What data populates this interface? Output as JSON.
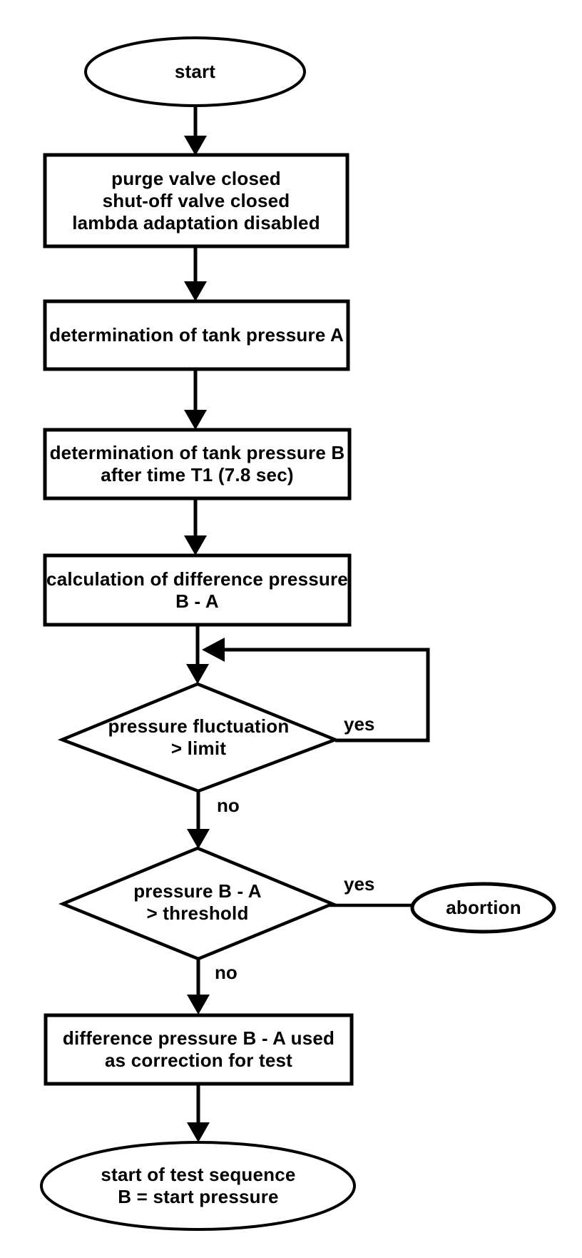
{
  "flowchart": {
    "colors": {
      "ink": "#000000",
      "background": "#ffffff"
    },
    "nodes": [
      {
        "id": "start",
        "type": "terminator",
        "lines": [
          "start"
        ]
      },
      {
        "id": "init",
        "type": "process",
        "lines": [
          "purge valve closed",
          "shut-off valve closed",
          "lambda adaptation disabled"
        ]
      },
      {
        "id": "tank_pressure_a",
        "type": "process",
        "lines": [
          "determination of tank pressure A"
        ]
      },
      {
        "id": "tank_pressure_b",
        "type": "process",
        "lines": [
          "determination of tank pressure B",
          "after time T1 (7.8 sec)"
        ]
      },
      {
        "id": "difference_calc",
        "type": "process",
        "lines": [
          "calculation of difference pressure",
          "B - A"
        ]
      },
      {
        "id": "fluctuation_check",
        "type": "decision",
        "lines": [
          "pressure fluctuation",
          "> limit"
        ]
      },
      {
        "id": "threshold_check",
        "type": "decision",
        "lines": [
          "pressure B - A",
          "> threshold"
        ]
      },
      {
        "id": "abortion",
        "type": "terminator",
        "lines": [
          "abortion"
        ]
      },
      {
        "id": "correction",
        "type": "process",
        "lines": [
          "difference pressure B - A used",
          "as correction for test"
        ]
      },
      {
        "id": "end",
        "type": "terminator",
        "lines": [
          "start of test sequence",
          "B = start pressure"
        ]
      }
    ],
    "labels": {
      "fluctuation_yes": "yes",
      "fluctuation_no": "no",
      "threshold_yes": "yes",
      "threshold_no": "no"
    },
    "edges": [
      {
        "from": "start",
        "to": "init"
      },
      {
        "from": "init",
        "to": "tank_pressure_a"
      },
      {
        "from": "tank_pressure_a",
        "to": "tank_pressure_b"
      },
      {
        "from": "tank_pressure_b",
        "to": "difference_calc"
      },
      {
        "from": "difference_calc",
        "to": "fluctuation_check"
      },
      {
        "from": "fluctuation_check",
        "to": "fluctuation_check",
        "label": "yes"
      },
      {
        "from": "fluctuation_check",
        "to": "threshold_check",
        "label": "no"
      },
      {
        "from": "threshold_check",
        "to": "abortion",
        "label": "yes"
      },
      {
        "from": "threshold_check",
        "to": "correction",
        "label": "no"
      },
      {
        "from": "correction",
        "to": "end"
      }
    ]
  }
}
